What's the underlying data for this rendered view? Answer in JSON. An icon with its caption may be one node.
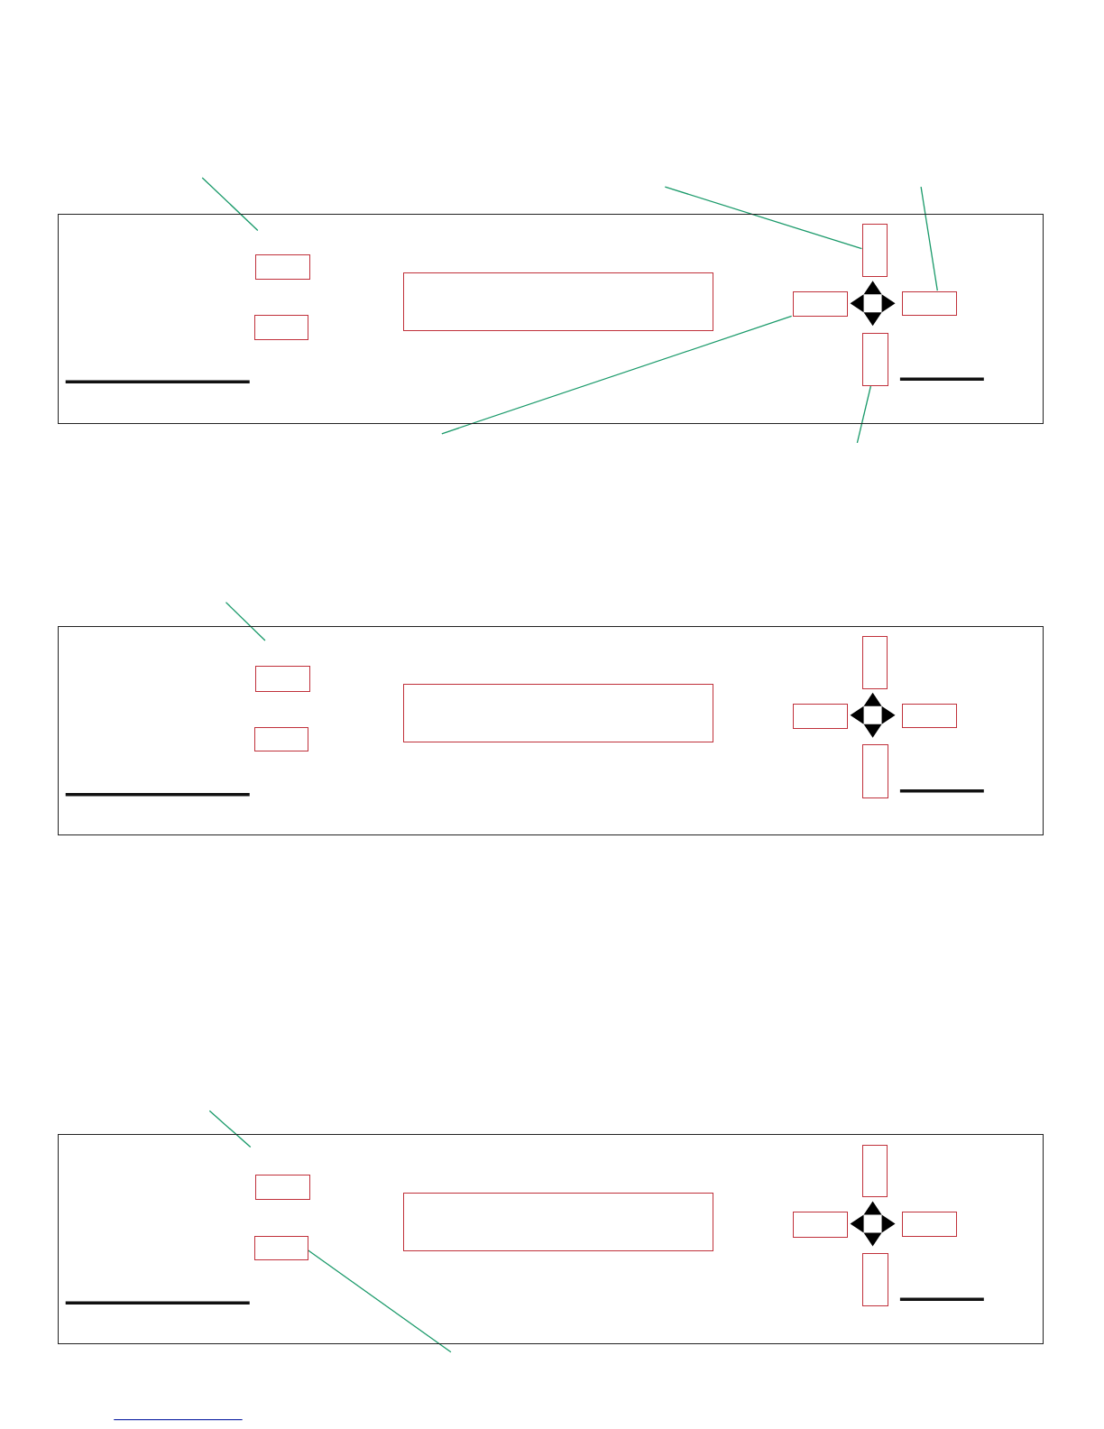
{
  "diagram": {
    "nodes": [
      {
        "text": [],
        "shape": "box"
      },
      {
        "text": [],
        "shape": "box",
        "in": 0
      },
      {
        "text": [],
        "shape": "box",
        "in": 0
      },
      {
        "text": [],
        "shape": "box",
        "in": 0
      },
      {
        "text": [],
        "shape": "box",
        "in": 0
      },
      {
        "text": [],
        "shape": "box",
        "in": 0
      },
      {
        "text": [],
        "shape": "box",
        "in": 0
      },
      {
        "text": [],
        "shape": "box",
        "in": 0
      },
      {
        "text": [],
        "shape": "box"
      },
      {
        "text": [],
        "shape": "box",
        "in": 8
      },
      {
        "text": [],
        "shape": "box",
        "in": 8
      },
      {
        "text": [],
        "shape": "box",
        "in": 8
      },
      {
        "text": [],
        "shape": "box",
        "in": 8
      },
      {
        "text": [],
        "shape": "box",
        "in": 8
      },
      {
        "text": [],
        "shape": "box",
        "in": 8
      },
      {
        "text": [],
        "shape": "box",
        "in": 8
      },
      {
        "text": [],
        "shape": "box"
      },
      {
        "text": [],
        "shape": "box",
        "in": 16
      },
      {
        "text": [],
        "shape": "box",
        "in": 16
      },
      {
        "text": [],
        "shape": "box",
        "in": 16
      },
      {
        "text": [],
        "shape": "box",
        "in": 16
      },
      {
        "text": [],
        "shape": "box",
        "in": 16
      },
      {
        "text": [],
        "shape": "box",
        "in": 16
      },
      {
        "text": [],
        "shape": "box",
        "in": 16
      }
    ],
    "edges": [
      {
        "from": null,
        "to": 0,
        "arrow": "none"
      },
      {
        "from": null,
        "to": 4,
        "arrow": "none"
      },
      {
        "from": null,
        "to": 6,
        "arrow": "none"
      },
      {
        "from": null,
        "to": 5,
        "arrow": "none"
      },
      {
        "from": null,
        "to": 7,
        "arrow": "none"
      },
      {
        "from": null,
        "to": 8,
        "arrow": "none"
      },
      {
        "from": null,
        "to": 16,
        "arrow": "none"
      },
      {
        "from": null,
        "to": 18,
        "arrow": "none"
      }
    ]
  }
}
